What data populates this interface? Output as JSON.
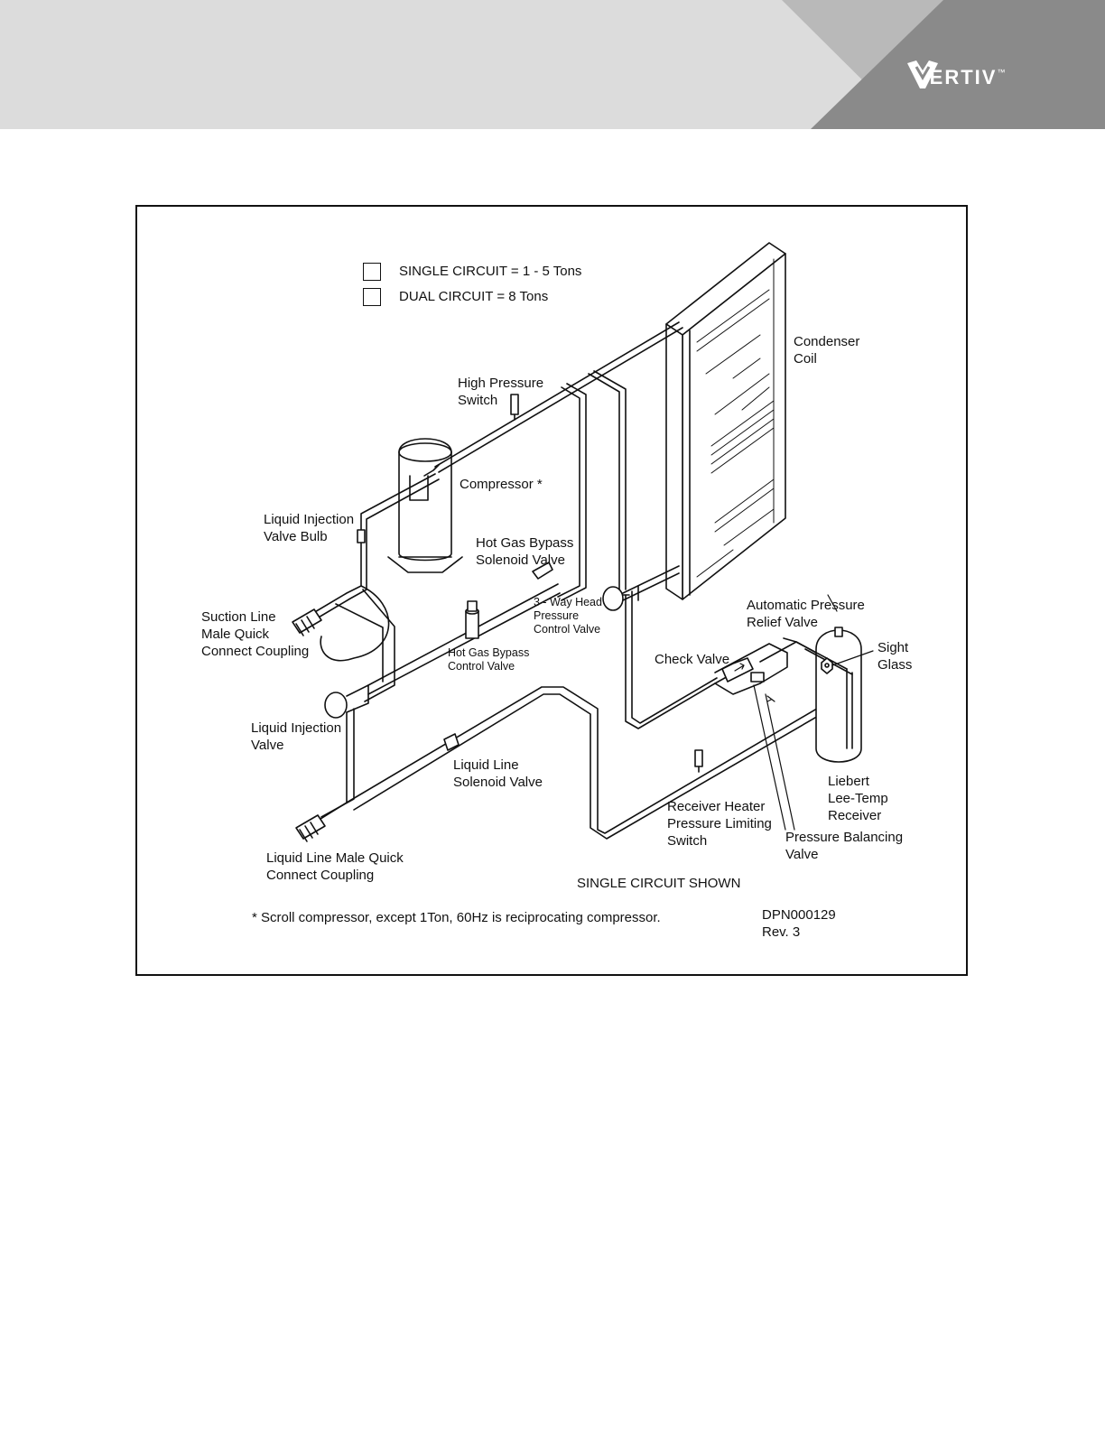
{
  "brand": {
    "name": "VERTIV",
    "mark": "™"
  },
  "legend": [
    {
      "label": "SINGLE CIRCUIT = 1 - 5 Tons"
    },
    {
      "label": "DUAL CIRCUIT = 8 Tons"
    }
  ],
  "labels": {
    "condenser_coil": "Condenser\nCoil",
    "high_pressure_switch": "High Pressure\nSwitch",
    "compressor": "Compressor *",
    "liquid_injection_valve_bulb": "Liquid Injection\nValve Bulb",
    "hot_gas_bypass_solenoid_valve": "Hot Gas Bypass\nSolenoid Valve",
    "three_way_head_pressure_control_valve": "3 - Way Head\nPressure\nControl Valve",
    "automatic_pressure_relief_valve": "Automatic Pressure\nRelief Valve",
    "suction_line_male_quick_connect_coupling": "Suction Line\nMale Quick\nConnect Coupling",
    "hot_gas_bypass_control_valve": "Hot Gas Bypass\nControl Valve",
    "check_valve": "Check Valve",
    "sight_glass": "Sight\nGlass",
    "liquid_injection_valve": "Liquid Injection\nValve",
    "liquid_line_solenoid_valve": "Liquid Line\nSolenoid Valve",
    "liebert_lee_temp_receiver": "Liebert\nLee-Temp\nReceiver",
    "receiver_heater_pressure_limiting_switch": "Receiver Heater\nPressure Limiting\nSwitch",
    "pressure_balancing_valve": "Pressure Balancing\nValve",
    "liquid_line_male_quick_connect_coupling": "Liquid Line Male Quick\nConnect Coupling",
    "single_circuit_shown": "SINGLE CIRCUIT SHOWN",
    "footnote": "* Scroll compressor, except 1Ton, 60Hz is reciprocating compressor.",
    "dpn": "DPN000129\nRev. 3"
  }
}
